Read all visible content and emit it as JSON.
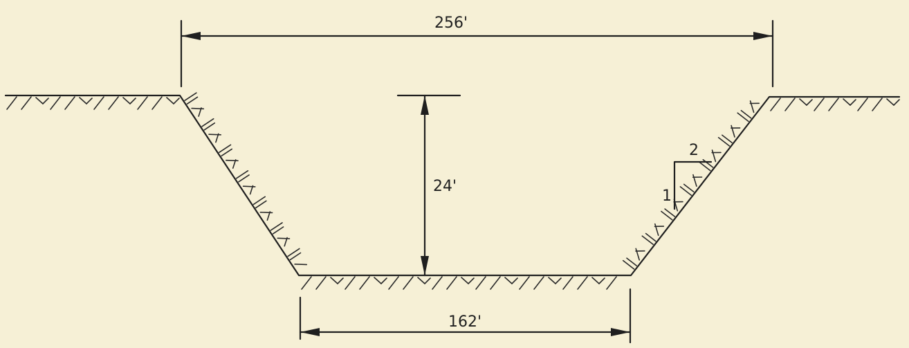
{
  "diagram": {
    "top_width": "256'",
    "depth": "24'",
    "bottom_width": "162'",
    "slope": {
      "vertical": "1",
      "horizontal": "2"
    }
  },
  "colors": {
    "background": "#f6f0d6",
    "ink": "#1f1f1f"
  }
}
